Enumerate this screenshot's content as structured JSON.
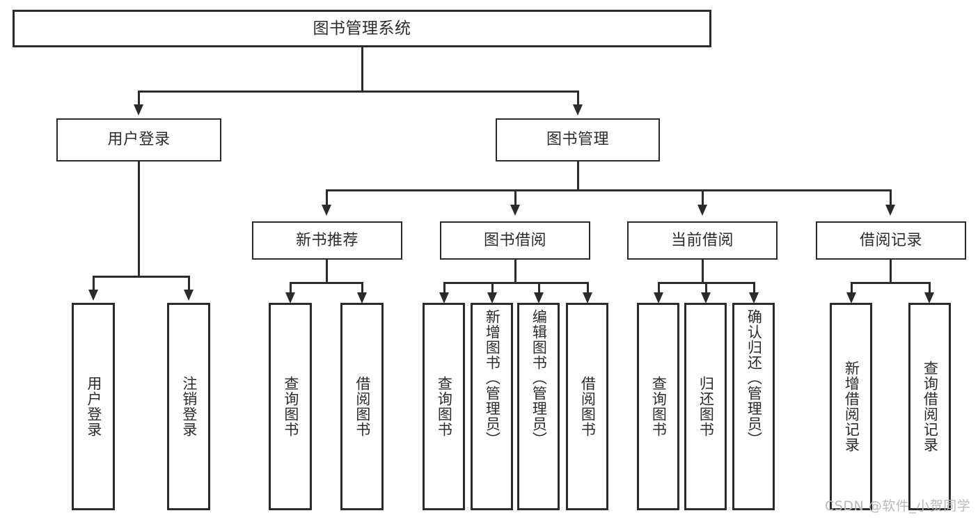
{
  "diagram": {
    "title": "图书管理系统",
    "type": "tree-hierarchy-chart",
    "watermark": "CSDN @软件_小贺同学",
    "colors": {
      "stroke": "#2b2b2b",
      "fill": "#ffffff",
      "background": "#ffffff",
      "watermark": "#b9b9b9"
    }
  },
  "nodes": {
    "root": {
      "label": "图书管理系统"
    },
    "level2": [
      {
        "id": "user-login",
        "label": "用户登录"
      },
      {
        "id": "book-management",
        "label": "图书管理"
      }
    ],
    "level3": [
      {
        "id": "new-book-recommend",
        "label": "新书推荐"
      },
      {
        "id": "book-borrow",
        "label": "图书借阅"
      },
      {
        "id": "current-borrow",
        "label": "当前借阅"
      },
      {
        "id": "borrow-record",
        "label": "借阅记录"
      }
    ],
    "leaves": {
      "user-login": [
        {
          "id": "leaf-user-login",
          "label": "用户登录"
        },
        {
          "id": "leaf-logout-login",
          "label": "注销登录"
        }
      ],
      "new-book-recommend": [
        {
          "id": "leaf-query-book-1",
          "label": "查询图书"
        },
        {
          "id": "leaf-borrow-book-1",
          "label": "借阅图书"
        }
      ],
      "book-borrow": [
        {
          "id": "leaf-query-book-2",
          "label": "查询图书"
        },
        {
          "id": "leaf-add-book-admin",
          "label": "新增图书（管理员）"
        },
        {
          "id": "leaf-edit-book-admin",
          "label": "编辑图书（管理员）"
        },
        {
          "id": "leaf-borrow-book-2",
          "label": "借阅图书"
        }
      ],
      "current-borrow": [
        {
          "id": "leaf-query-book-3",
          "label": "查询图书"
        },
        {
          "id": "leaf-return-book",
          "label": "归还图书"
        },
        {
          "id": "leaf-confirm-return-admin",
          "label": "确认归还（管理员）"
        }
      ],
      "borrow-record": [
        {
          "id": "leaf-add-borrow-record",
          "label": "新增借阅记录"
        },
        {
          "id": "leaf-query-borrow-record",
          "label": "查询借阅记录"
        }
      ]
    }
  }
}
